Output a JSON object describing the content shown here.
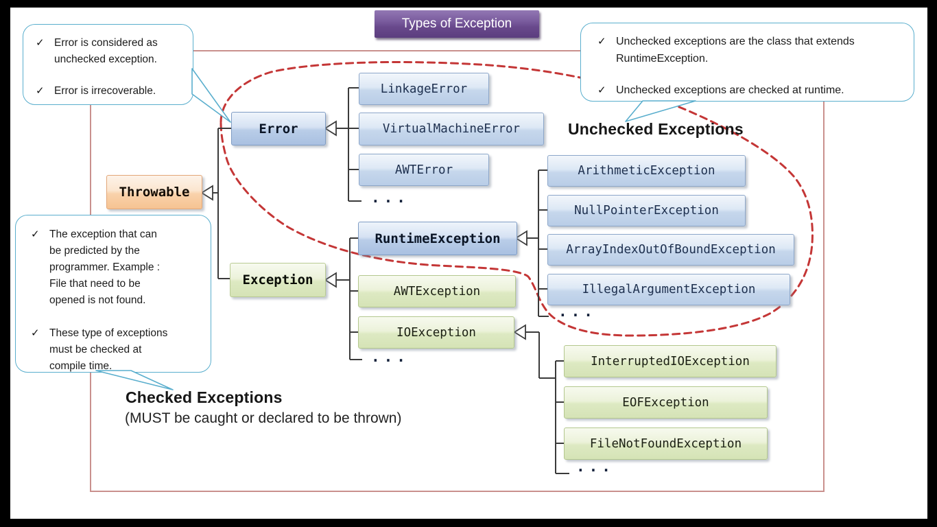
{
  "title": "Types of Exception",
  "icons": {
    "check": "✓"
  },
  "callouts": {
    "top_left": {
      "items": [
        "Error is considered as unchecked exception.",
        "Error is irrecoverable."
      ]
    },
    "top_right": {
      "items": [
        "Unchecked exceptions are the class that extends RuntimeException.",
        "Unchecked exceptions are checked at runtime."
      ]
    },
    "left": {
      "items": [
        "The exception that can be predicted by the programmer. Example : File that need to be opened is not found.",
        "These type of exceptions must be checked at compile time."
      ]
    }
  },
  "labels": {
    "unchecked": "Unchecked Exceptions",
    "checked": "Checked Exceptions",
    "checked_sub": "(MUST be caught or declared to be thrown)",
    "ellipsis": "..."
  },
  "nodes": {
    "throwable": "Throwable",
    "error": "Error",
    "exception": "Exception",
    "error_children": [
      "LinkageError",
      "VirtualMachineError",
      "AWTError"
    ],
    "exception_children": [
      "RuntimeException",
      "AWTException",
      "IOException"
    ],
    "runtime_children": [
      "ArithmeticException",
      "NullPointerException",
      "ArrayIndexOutOfBoundException",
      "IllegalArgumentException"
    ],
    "io_children": [
      "InterruptedIOException",
      "EOFException",
      "FileNotFoundException"
    ]
  },
  "colors": {
    "accent_callout_border": "#59aecd",
    "dashed_loop": "#c43636",
    "frame_border": "#c9908d",
    "connector": "#3a3a3a",
    "title_bg": "#69498c"
  }
}
